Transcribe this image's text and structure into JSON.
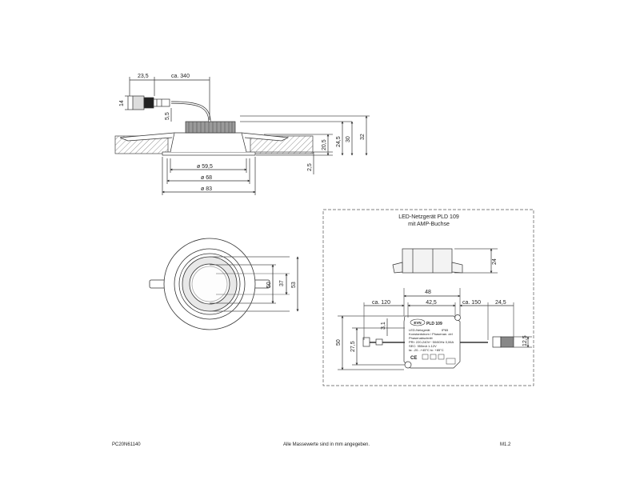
{
  "side_view": {
    "dims": {
      "d1": "23,5",
      "d2": "ca. 340",
      "d3": "14",
      "d4": "5,5",
      "d5": "20,5",
      "d6": "24,5",
      "d7": "30",
      "d8": "32",
      "d9": "2,5",
      "d10": "ø 59,5",
      "d11": "ø 68",
      "d12": "ø 83"
    }
  },
  "top_view": {
    "dims": {
      "d1": "37",
      "d2": "50",
      "d3": "53"
    }
  },
  "psu": {
    "title": "LED-Netzgerät PLD 109",
    "subtitle": "mit AMP-Buchse",
    "dims": {
      "height": "24",
      "w48": "48",
      "w425": "42,5",
      "ca120": "ca. 120",
      "ca150": "ca. 150",
      "d245": "24,5",
      "d31": "3,1",
      "d50": "50",
      "d275": "27,5",
      "d125": "12,5"
    },
    "label": {
      "brand": "EVN",
      "model": "PLD 109",
      "line1": "LED-Netzgerät",
      "ip": "IP65",
      "line2": "Konstantstrom / Phasenan. ctrl",
      "line3": "Phasenabschnitt",
      "line4": "PRI: 220-240V~ 50/60Hz 0,06A",
      "line5": "SEC: 350mA 1-12V",
      "line6": "ta: -20...+45°C  tc: +85°C",
      "marks": "CE"
    }
  },
  "footer": {
    "left": "PC20N61140",
    "center": "Alle Massewerte sind in mm angegeben.",
    "right": "M1.2"
  }
}
